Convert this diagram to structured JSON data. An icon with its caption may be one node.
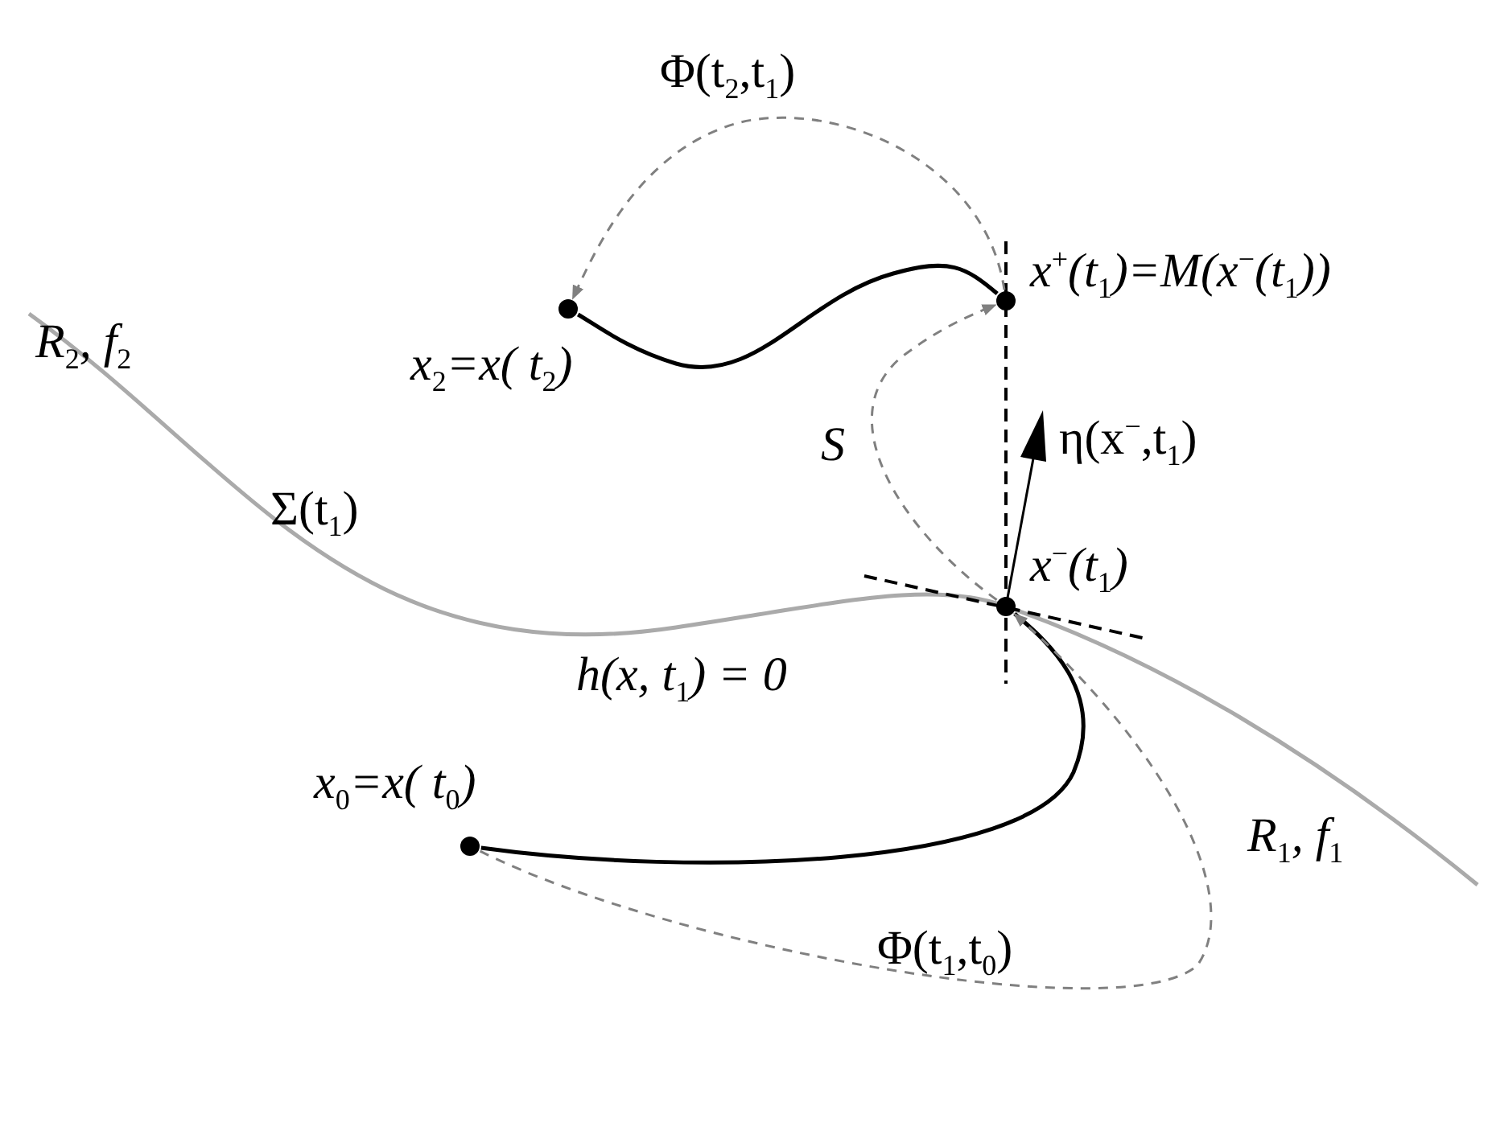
{
  "diagram": {
    "nodes": [
      {
        "text": [],
        "shape": "circle",
        "beside": [
          "x$_{0}$=x( t$_{0}$)"
        ]
      },
      {
        "text": [],
        "shape": "circle",
        "beside": [
          "x$^{−}$(t$_{1}$)"
        ]
      },
      {
        "text": [],
        "shape": "circle",
        "beside": [
          "x$^{+}$(t$_{1}$)=M(x$^{−}$(t$_{1}$))"
        ]
      },
      {
        "text": [],
        "shape": "circle",
        "beside": [
          "x$_{2}$=x( t$_{2}$)"
        ]
      }
    ],
    "edges": [
      {
        "from": 0,
        "to": 1,
        "arrow": "none",
        "color": "#000000"
      },
      {
        "from": 0,
        "to": 1,
        "arrow": "to",
        "style": "dashed",
        "color": "#808080",
        "label": "Φ(t$_{1}$,t$_{0}$)"
      },
      {
        "from": 1,
        "to": 2,
        "arrow": "to",
        "style": "dashed",
        "color": "#808080",
        "label": "S"
      },
      {
        "from": 2,
        "to": 3,
        "arrow": "none",
        "color": "#000000"
      },
      {
        "from": 2,
        "to": 3,
        "arrow": "to",
        "style": "dashed",
        "color": "#808080",
        "label": "Φ(t$_{2}$,t$_{1}$)"
      }
    ],
    "labels": [
      "R$_{2}$, f$_{2}$",
      "η(x$^{−}$,t$_{1}$)",
      "Σ(t$_{1}$)",
      "h(x, t$_{1}$) = 0",
      "R$_{1}$, f$_{1}$"
    ]
  }
}
